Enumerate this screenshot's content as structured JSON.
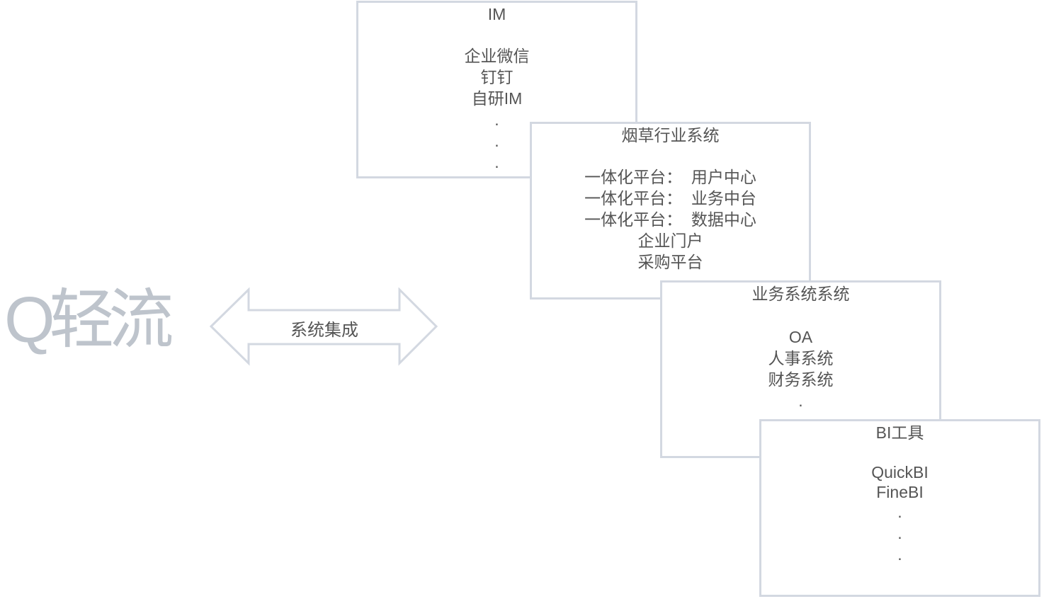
{
  "logo": {
    "text": "Q轻流"
  },
  "arrow": {
    "label": "系统集成"
  },
  "boxes": [
    {
      "title": "IM",
      "items": [
        "企业微信",
        "钉钉",
        "自研IM",
        ".",
        ".",
        "."
      ]
    },
    {
      "title": "烟草行业系统",
      "items": [
        "一体化平台：  用户中心",
        "一体化平台：  业务中台",
        "一体化平台：  数据中心",
        "企业门户",
        "采购平台"
      ]
    },
    {
      "title": "业务系统系统",
      "items": [
        "OA",
        "人事系统",
        "财务系统",
        "."
      ]
    },
    {
      "title": "BI工具",
      "items": [
        "QuickBI",
        "FineBI",
        ".",
        ".",
        "."
      ]
    }
  ]
}
